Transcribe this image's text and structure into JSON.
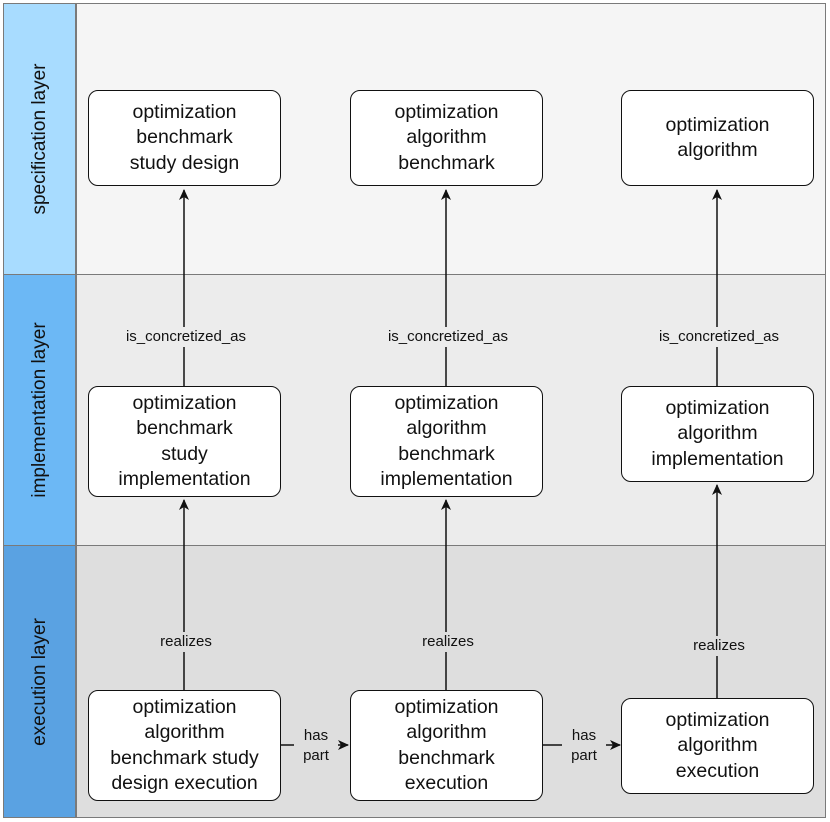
{
  "layers": {
    "specification": "specification layer",
    "implementation": "implementation layer",
    "execution": "execution layer"
  },
  "nodes": {
    "study_design": "optimization\nbenchmark\nstudy design",
    "algorithm_benchmark": "optimization\nalgorithm\nbenchmark",
    "algorithm": "optimization\nalgorithm",
    "study_implementation": "optimization\nbenchmark\nstudy\nimplementation",
    "algorithm_benchmark_implementation": "optimization\nalgorithm\nbenchmark\nimplementation",
    "algorithm_implementation": "optimization\nalgorithm\nimplementation",
    "study_design_execution": "optimization\nalgorithm\nbenchmark study\ndesign execution",
    "algorithm_benchmark_execution": "optimization\nalgorithm\nbenchmark\nexecution",
    "algorithm_execution": "optimization\nalgorithm\nexecution"
  },
  "edges": {
    "concretized_1": "is_concretized_as",
    "concretized_2": "is_concretized_as",
    "concretized_3": "is_concretized_as",
    "realizes_1": "realizes",
    "realizes_2": "realizes",
    "realizes_3": "realizes",
    "has_part_1": "has\npart",
    "has_part_2": "has\npart"
  },
  "colors": {
    "specification_band": "#f5f5f5",
    "implementation_band": "#ececec",
    "execution_band": "#dedede",
    "specification_side": "#a8dcff",
    "implementation_side": "#6cb8f5",
    "execution_side": "#5aa2e2"
  }
}
